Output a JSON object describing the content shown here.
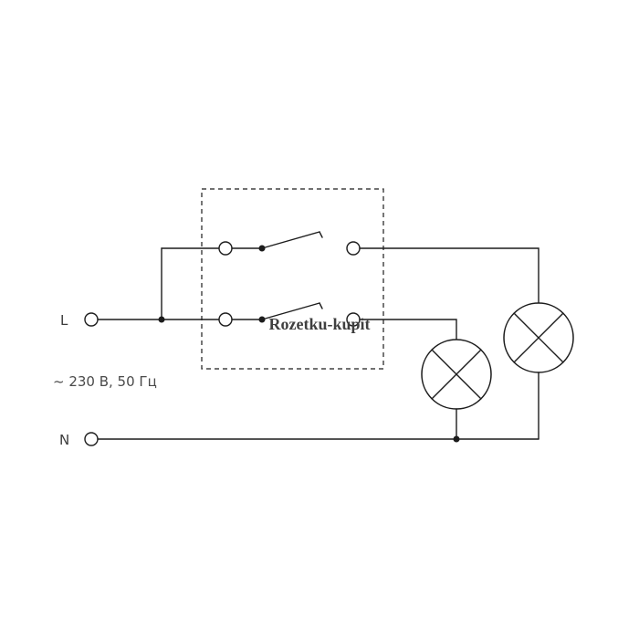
{
  "labels": {
    "line_terminal": "L",
    "neutral_terminal": "N",
    "supply": "~ 230 В, 50 Гц",
    "watermark": "Rozetku-kupit"
  },
  "colors": {
    "background": "#ffffff",
    "line": "#1c1c1c",
    "text": "#3c3c3c",
    "supply_text": "#4a4a4a",
    "watermark": "#3f3f3f"
  }
}
